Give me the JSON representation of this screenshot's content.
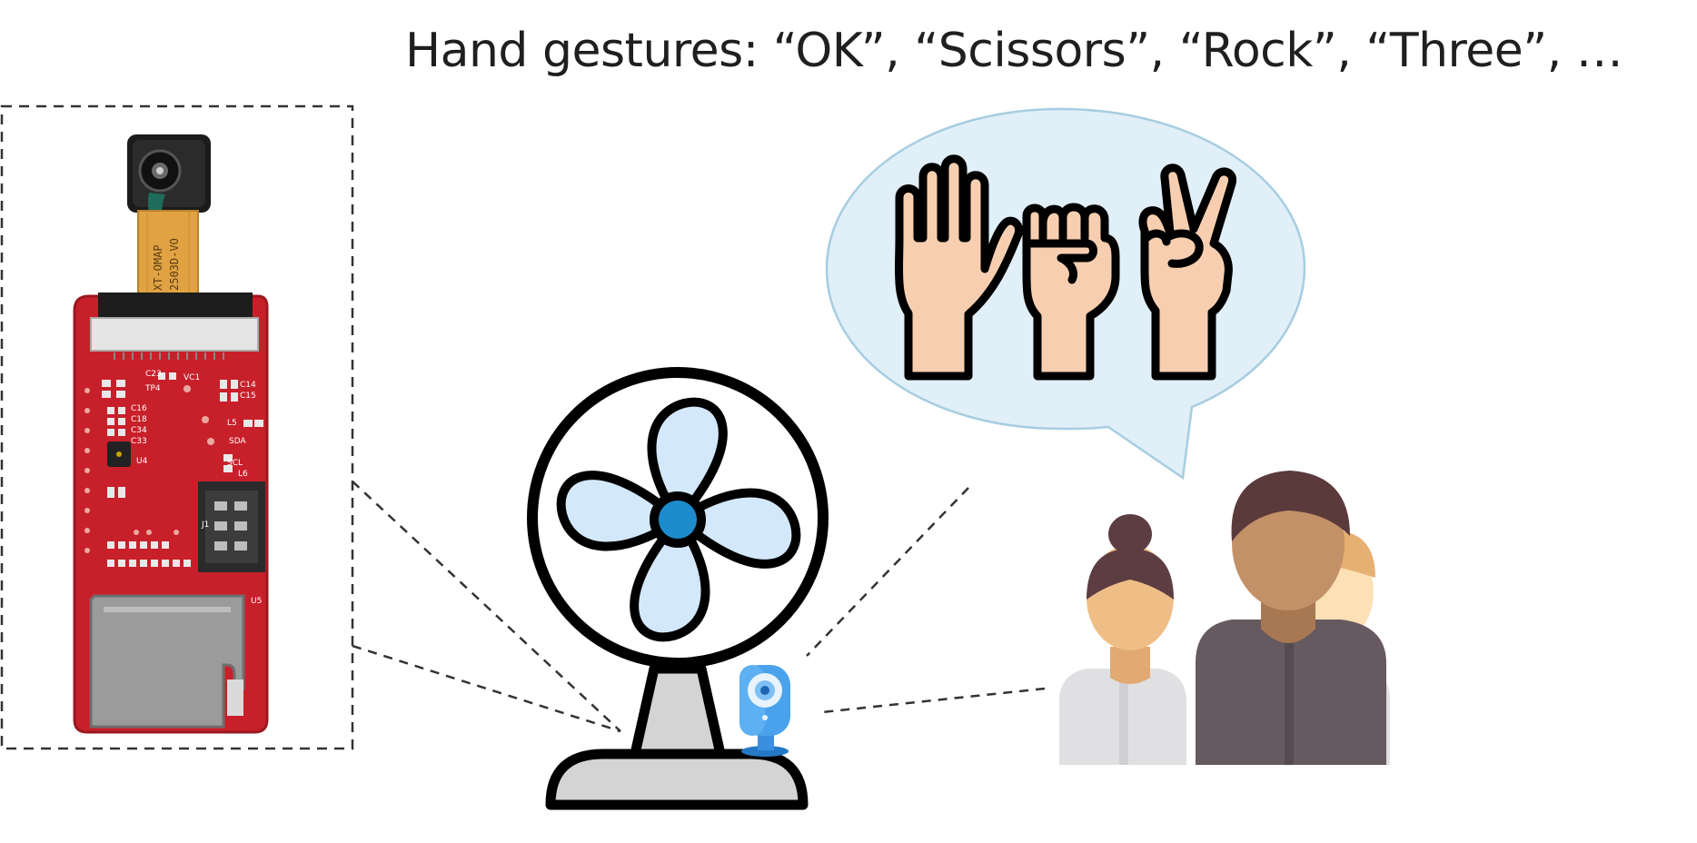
{
  "header": {
    "title": "Hand gestures: “OK”, “Scissors”, “Rock”, “Three”, …"
  },
  "board": {
    "silk_labels": [
      "VC1",
      "C14",
      "C15",
      "C16",
      "C18",
      "C34",
      "C33",
      "L5",
      "SDA",
      "SCL",
      "L6",
      "U4",
      "J1",
      "U5",
      "TP4",
      "C23"
    ],
    "flex_cable_text": [
      "XT-OMAP",
      "2503D-VO"
    ]
  },
  "colors": {
    "pcb_red": "#c8202a",
    "pcb_dark": "#9c1820",
    "fan_blade": "#d4e8fb",
    "fan_hub": "#1c8ccc",
    "fan_base": "#d4d4d4",
    "bubble_fill": "#e0eff8",
    "bubble_stroke": "#a7cde1",
    "skin": "#f7cfb0",
    "camera_blue": "#4aa2ec",
    "person_center_skin": "#c39168",
    "person_center_hair": "#5b3a3c",
    "person_center_shirt": "#665960",
    "person_left_skin": "#efbe86",
    "person_left_hair": "#5c3d42",
    "person_right_skin": "#fde0b5",
    "person_right_hair": "#e6b073",
    "shirt_light": "#e0e0e2"
  },
  "icons": [
    "camera-module-photo",
    "desk-fan-icon",
    "security-camera-icon",
    "open-palm-icon",
    "fist-icon",
    "victory-hand-icon",
    "group-of-people-icon",
    "speech-bubble"
  ]
}
